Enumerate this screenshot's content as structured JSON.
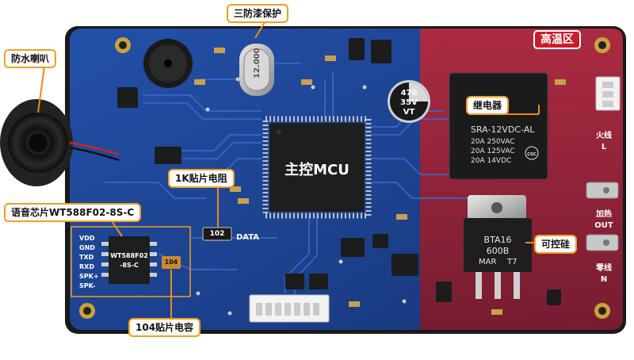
{
  "callouts": {
    "conformal_coating": "三防漆保护",
    "waterproof_speaker": "防水喇叭",
    "resistor_1k": "1K贴片电阻",
    "voice_chip": "语音芯片WT588F02-8S-C",
    "capacitor_104": "104贴片电容",
    "relay": "继电器",
    "triac": "可控硅",
    "high_temp_zone": "高温区"
  },
  "components": {
    "mcu_label": "主控MCU",
    "crystal_label": "12.000",
    "cap_value": "470",
    "cap_voltage": "35V",
    "cap_series": "VT",
    "resistor_code": "102",
    "trace_label": "DATA",
    "voice_chip_line1": "WT588F02",
    "voice_chip_line2": "-8S-C",
    "capacitor_code": "104",
    "relay_model": "SRA-12VDC-AL",
    "relay_rating1": "20A  250VAC",
    "relay_rating2": "20A  125VAC",
    "relay_rating3": "20A  14VDC",
    "relay_cert": "CQC",
    "triac_line1": "BTA16",
    "triac_line2": "600B",
    "triac_line3a": "MAR",
    "triac_line3b": "T7"
  },
  "voice_pins": [
    "VDD",
    "GND",
    "TXD",
    "RXD",
    "SPK+",
    "SPK-"
  ],
  "terminals": {
    "live_line1": "火线",
    "live_line2": "L",
    "heat_line1": "加热",
    "heat_line2": "OUT",
    "neutral_line1": "零线",
    "neutral_line2": "N"
  },
  "colors": {
    "pcb_blue": "#1d3d8f",
    "hot_zone_red": "#a3202e",
    "callout_border": "#f0a020",
    "callout_line": "#f08a10"
  }
}
